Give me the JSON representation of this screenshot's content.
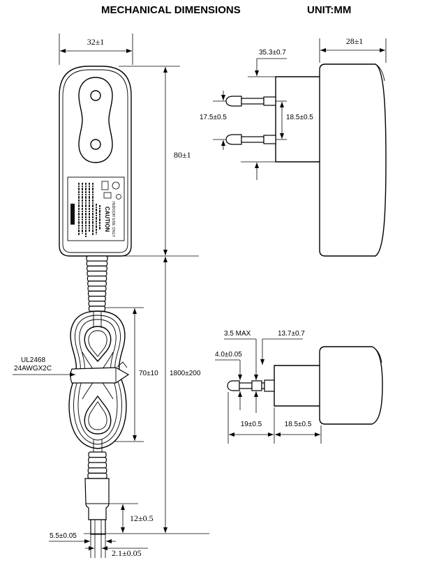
{
  "header": {
    "title": "MECHANICAL DIMENSIONS",
    "unit": "UNIT:MM"
  },
  "front_view": {
    "width": "32±1",
    "height": "80±1",
    "label": {
      "caution": "CAUTION",
      "indoor_use": "INDOOR USE ONLY"
    }
  },
  "cable": {
    "type": "UL2468",
    "gauge": "24AWGX2C",
    "bundle_length": "70±10",
    "total_length": "1800±200"
  },
  "dc_plug": {
    "length": "12±0.5",
    "outer_diameter": "5.5±0.05",
    "inner_diameter": "2.1±0.05"
  },
  "side_view": {
    "depth": "28±1",
    "pin_offset": "35.3±0.7",
    "pin_spacing": "17.5±0.5",
    "pin_length": "18.5±0.5"
  },
  "bottom_view": {
    "pin_diameter_max": "3.5 MAX",
    "base_offset": "13.7±0.7",
    "tip_diameter": "4.0±0.05",
    "pin_length": "19±0.5",
    "base_length": "18.5±0.5"
  }
}
